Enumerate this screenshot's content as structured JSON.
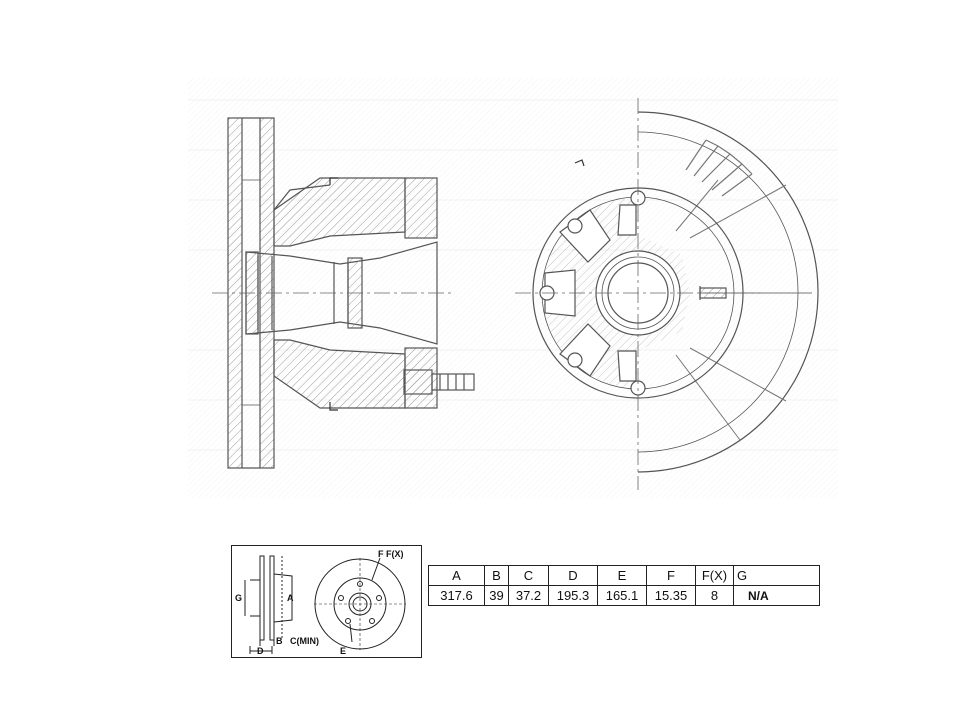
{
  "legend": {
    "label_f_fx": "F F(X)",
    "label_g": "G",
    "label_a": "A",
    "label_b": "B",
    "label_c_min": "C(MIN)",
    "label_d": "D",
    "label_e": "E"
  },
  "table": {
    "headers": [
      "A",
      "B",
      "C",
      "D",
      "E",
      "F",
      "F(X)",
      "G"
    ],
    "values": [
      "317.6",
      "39",
      "37.2",
      "195.3",
      "165.1",
      "15.35",
      "8",
      "N/A"
    ]
  }
}
